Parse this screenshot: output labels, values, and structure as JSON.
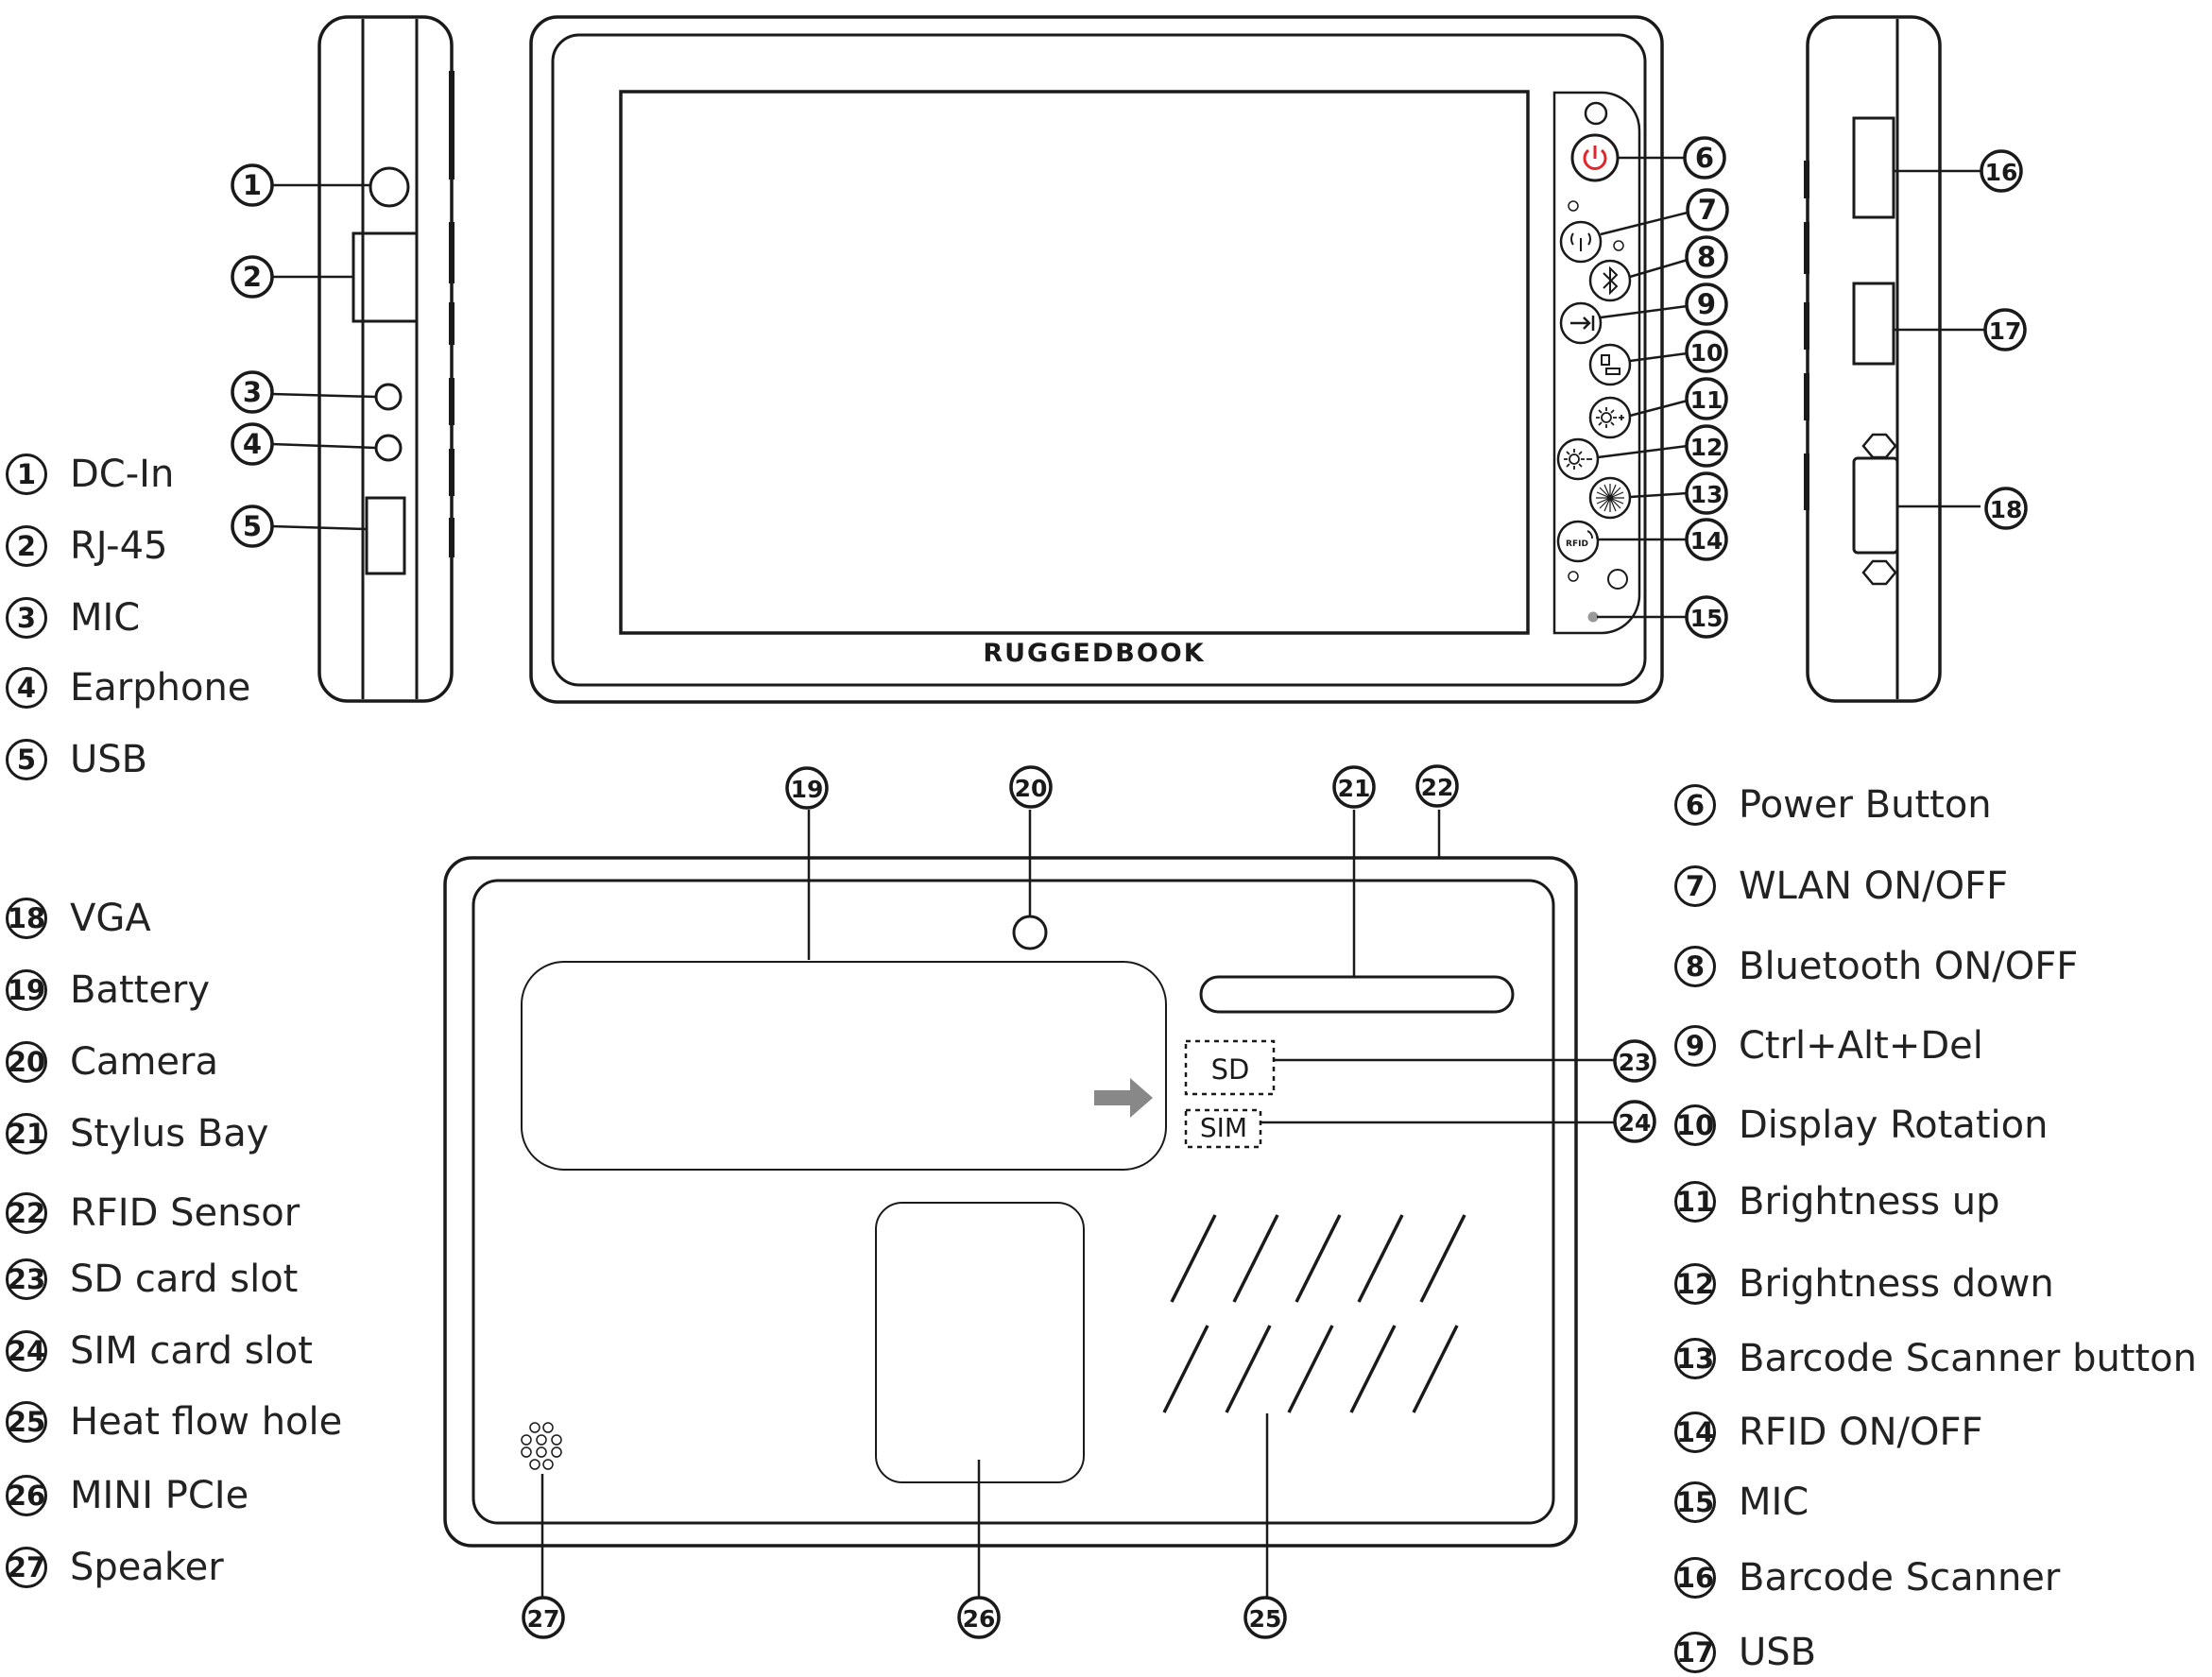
{
  "brand": "RUGGEDBOOK",
  "slot_labels": {
    "sd": "SD",
    "sim": "SIM"
  },
  "button_icons": {
    "power": "power-icon",
    "wlan": "wifi-antenna-icon",
    "bluetooth": "bluetooth-icon",
    "ctrl_alt_del": "arrow-key-icon",
    "display_rotation": "rotate-display-icon",
    "brightness_up": "sun-plus-icon",
    "brightness_down": "sun-minus-icon",
    "barcode": "starburst-icon",
    "rfid": "rfid-icon",
    "rfid_text": "RFID"
  },
  "colors": {
    "line": "#1a1a1a",
    "power_accent": "#e0262b",
    "arrow": "#888888",
    "background": "#ffffff"
  },
  "callouts": [
    "1",
    "2",
    "3",
    "4",
    "5",
    "6",
    "7",
    "8",
    "9",
    "10",
    "11",
    "12",
    "13",
    "14",
    "15",
    "16",
    "17",
    "18",
    "19",
    "20",
    "21",
    "22",
    "23",
    "24",
    "25",
    "26",
    "27"
  ],
  "legend_left_top": [
    {
      "num": "1",
      "label": "DC-In"
    },
    {
      "num": "2",
      "label": "RJ-45"
    },
    {
      "num": "3",
      "label": "MIC"
    },
    {
      "num": "4",
      "label": "Earphone"
    },
    {
      "num": "5",
      "label": "USB"
    }
  ],
  "legend_left_bottom": [
    {
      "num": "18",
      "label": "VGA"
    },
    {
      "num": "19",
      "label": "Battery"
    },
    {
      "num": "20",
      "label": "Camera"
    },
    {
      "num": "21",
      "label": "Stylus Bay"
    },
    {
      "num": "22",
      "label": "RFID Sensor"
    },
    {
      "num": "23",
      "label": "SD card slot"
    },
    {
      "num": "24",
      "label": "SIM card slot"
    },
    {
      "num": "25",
      "label": "Heat flow hole"
    },
    {
      "num": "26",
      "label": "MINI PCIe"
    },
    {
      "num": "27",
      "label": "Speaker"
    }
  ],
  "legend_right": [
    {
      "num": "6",
      "label": "Power Button"
    },
    {
      "num": "7",
      "label": "WLAN ON/OFF"
    },
    {
      "num": "8",
      "label": "Bluetooth ON/OFF"
    },
    {
      "num": "9",
      "label": "Ctrl+Alt+Del"
    },
    {
      "num": "10",
      "label": "Display Rotation"
    },
    {
      "num": "11",
      "label": "Brightness up"
    },
    {
      "num": "12",
      "label": "Brightness down"
    },
    {
      "num": "13",
      "label": "Barcode Scanner button"
    },
    {
      "num": "14",
      "label": "RFID ON/OFF"
    },
    {
      "num": "15",
      "label": "MIC"
    },
    {
      "num": "16",
      "label": "Barcode Scanner"
    },
    {
      "num": "17",
      "label": "USB"
    }
  ]
}
